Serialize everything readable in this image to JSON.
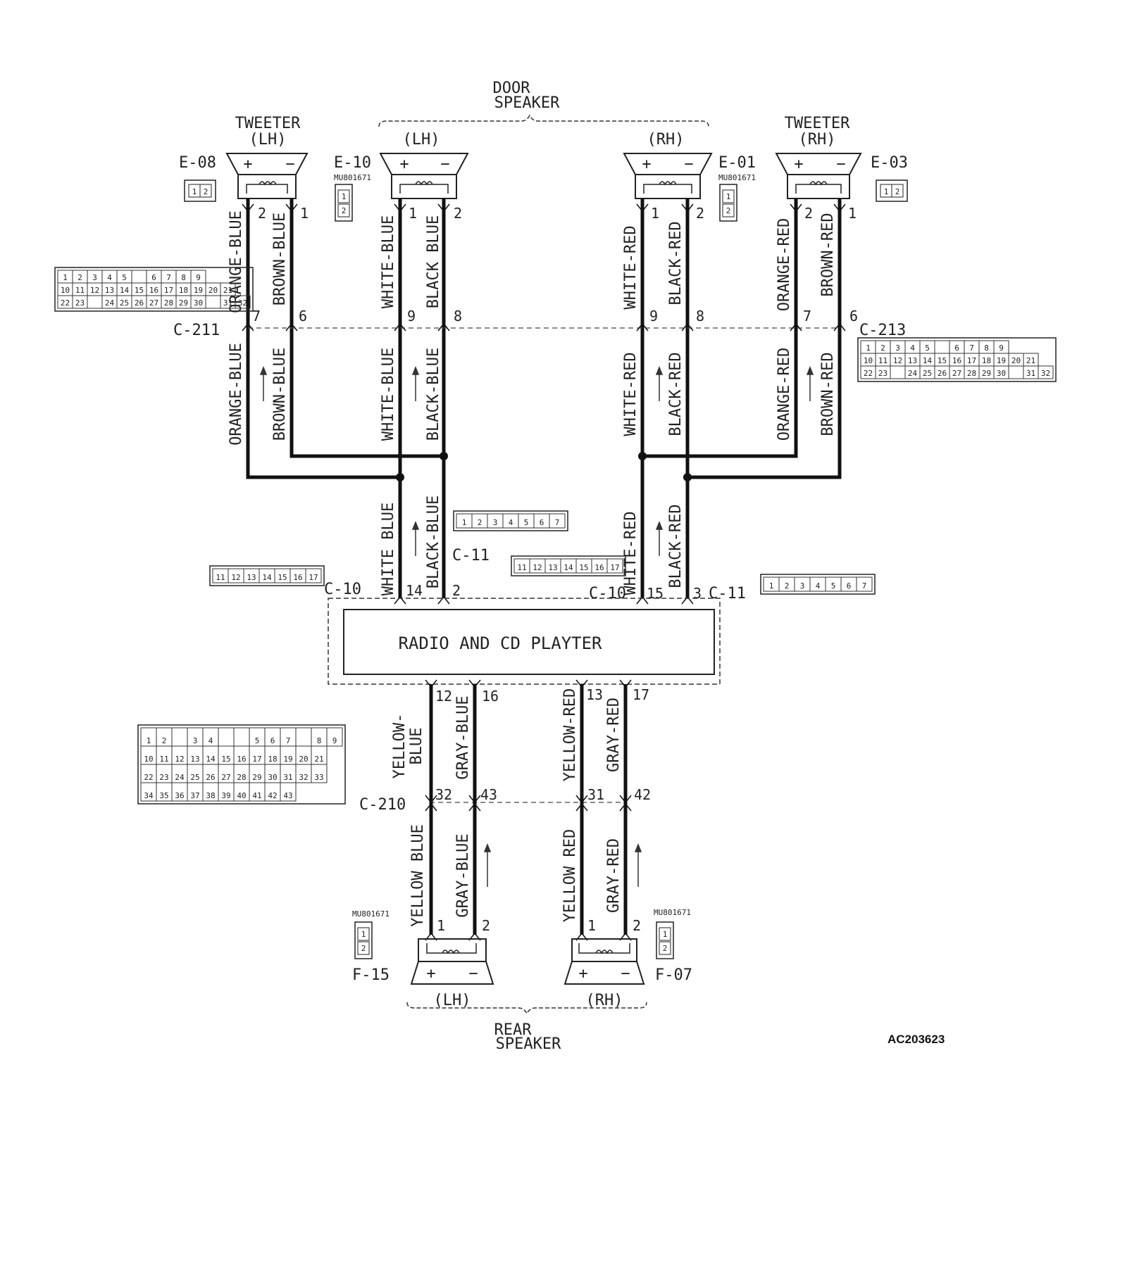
{
  "labels": {
    "door_speaker_1": "DOOR",
    "door_speaker_2": "SPEAKER",
    "lh": "(LH)",
    "rh": "(RH)",
    "tweeter": "TWEETER",
    "rear_speaker_1": "REAR",
    "rear_speaker_2": "SPEAKER",
    "radio": "RADIO AND CD PLAYTER",
    "figure_code": "AC203623",
    "part_no": "MU801671",
    "plus": "+",
    "minus": "−"
  },
  "connectors": {
    "e08": "E-08",
    "e10": "E-10",
    "e01": "E-01",
    "e03": "E-03",
    "c211": "C-211",
    "c213": "C-213",
    "c10": "C-10",
    "c11": "C-11",
    "c210": "C-210",
    "f15": "F-15",
    "f07": "F-07"
  },
  "wires": {
    "orange_blue": "ORANGE-BLUE",
    "brown_blue": "BROWN-BLUE",
    "white_blue": "WHITE-BLUE",
    "black_blue_top": "BLACK BLUE",
    "black_blue": "BLACK-BLUE",
    "white_blue_mid": "WHITE BLUE",
    "white_red": "WHITE-RED",
    "black_red": "BLACK-RED",
    "orange_red": "ORANGE-RED",
    "brown_red": "BROWN-RED",
    "yellow_blue_1": "YELLOW-",
    "yellow_blue_2": "BLUE",
    "gray_blue": "GRAY-BLUE",
    "yellow_red": "YELLOW-RED",
    "gray_red": "GRAY-RED",
    "yellow_blue_low": "YELLOW BLUE",
    "yellow_red_low": "YELLOW RED"
  },
  "pins": {
    "p1": "1",
    "p2": "2",
    "p3": "3",
    "p6": "6",
    "p7": "7",
    "p8": "8",
    "p9": "9",
    "p12": "12",
    "p13": "13",
    "p14": "14",
    "p15": "15",
    "p16": "16",
    "p17": "17",
    "p31": "31",
    "p32": "32",
    "p42": "42",
    "p43": "43"
  },
  "connector_faces": {
    "two_pin": [
      "1",
      "2"
    ],
    "c11_row": [
      "1",
      "2",
      "3",
      "4",
      "5",
      "6",
      "7"
    ],
    "c10_row": [
      "11",
      "12",
      "13",
      "14",
      "15",
      "16",
      "17"
    ],
    "c211_rows": [
      [
        "1",
        "2",
        "3",
        "4",
        "5",
        "",
        "6",
        "7",
        "8",
        "9"
      ],
      [
        "10",
        "11",
        "12",
        "13",
        "14",
        "15",
        "16",
        "17",
        "18",
        "19",
        "20",
        "21"
      ],
      [
        "22",
        "23",
        "",
        "24",
        "25",
        "26",
        "27",
        "28",
        "29",
        "30",
        "",
        "31",
        "32"
      ]
    ],
    "c210_rows": [
      [
        "1",
        "2",
        "",
        "3",
        "4",
        "",
        "",
        "5",
        "6",
        "7",
        "",
        "8",
        "9"
      ],
      [
        "10",
        "11",
        "12",
        "13",
        "14",
        "15",
        "16",
        "17",
        "18",
        "19",
        "20",
        "21"
      ],
      [
        "22",
        "23",
        "24",
        "25",
        "26",
        "27",
        "28",
        "29",
        "30",
        "31",
        "32",
        "33"
      ],
      [
        "34",
        "35",
        "36",
        "37",
        "38",
        "39",
        "40",
        "41",
        "42",
        "43"
      ]
    ]
  }
}
